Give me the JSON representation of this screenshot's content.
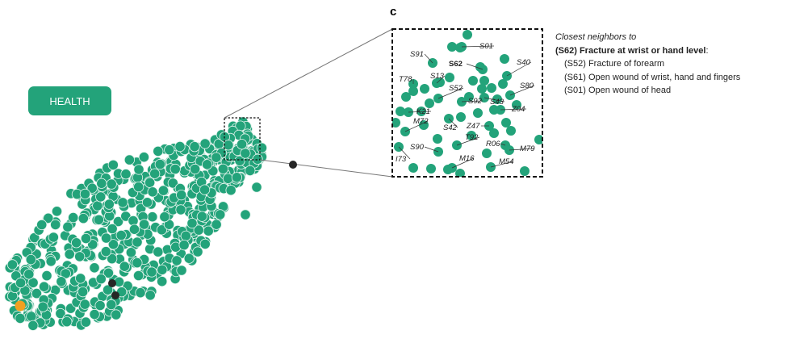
{
  "badge": {
    "label": "HEALTH"
  },
  "panel": {
    "letter": "c"
  },
  "legend": {
    "title": "Closest neighbors to",
    "main_code": "(S62) Fracture at wrist or hand level",
    "main_suffix": ":",
    "items": [
      "(S52) Fracture of forearm",
      "(S61) Open wound of wrist, hand and fingers",
      "(S01) Open wound of head"
    ]
  },
  "colors": {
    "point": "#23a37a",
    "point_stroke": "#e8f5ef",
    "highlight": "#f0a020",
    "dark_point": "#262626",
    "connector": "#777777",
    "box_border": "#111111"
  },
  "zoom_labels": [
    {
      "code": "S01",
      "bold": false
    },
    {
      "code": "S91",
      "bold": false
    },
    {
      "code": "S62",
      "bold": true
    },
    {
      "code": "S40",
      "bold": false
    },
    {
      "code": "T78",
      "bold": false
    },
    {
      "code": "S13",
      "bold": false
    },
    {
      "code": "S80",
      "bold": false
    },
    {
      "code": "S52",
      "bold": false
    },
    {
      "code": "S92",
      "bold": false
    },
    {
      "code": "S43",
      "bold": false
    },
    {
      "code": "K21",
      "bold": false
    },
    {
      "code": "Z04",
      "bold": false
    },
    {
      "code": "M72",
      "bold": false
    },
    {
      "code": "S42",
      "bold": false
    },
    {
      "code": "Z47",
      "bold": false
    },
    {
      "code": "T92",
      "bold": false
    },
    {
      "code": "R06",
      "bold": false
    },
    {
      "code": "S90",
      "bold": false
    },
    {
      "code": "M79",
      "bold": false
    },
    {
      "code": "I73",
      "bold": false
    },
    {
      "code": "M16",
      "bold": false
    },
    {
      "code": "M54",
      "bold": false
    }
  ]
}
